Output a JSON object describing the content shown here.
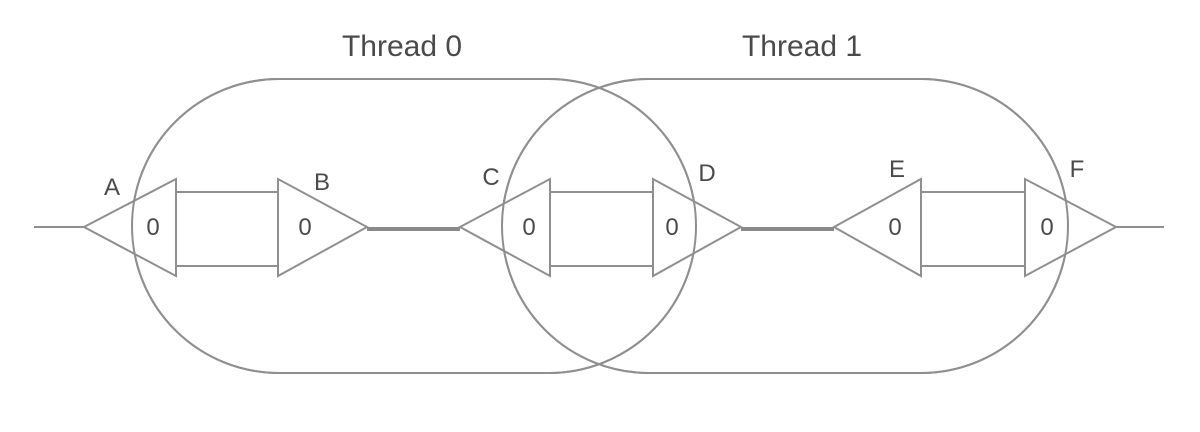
{
  "threads": [
    {
      "title": "Thread 0"
    },
    {
      "title": "Thread 1"
    }
  ],
  "nodes": [
    {
      "label": "A",
      "value": "0"
    },
    {
      "label": "B",
      "value": "0"
    },
    {
      "label": "C",
      "value": "0"
    },
    {
      "label": "D",
      "value": "0"
    },
    {
      "label": "E",
      "value": "0"
    },
    {
      "label": "F",
      "value": "0"
    }
  ]
}
